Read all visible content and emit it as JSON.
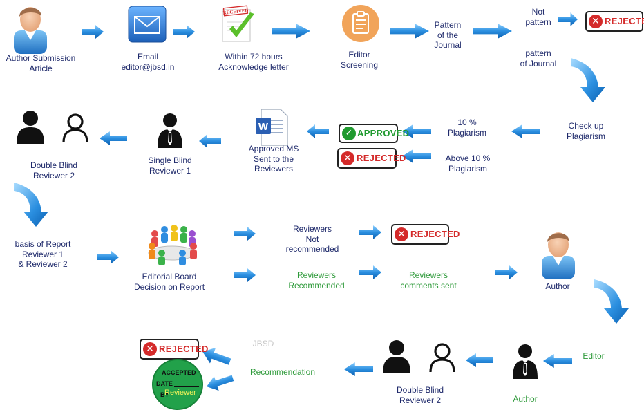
{
  "nodes": {
    "author_submission": "Author Submission\nArticle",
    "email": "Email\neditor@jbsd.in",
    "acknowledge": "Within 72 hours\nAcknowledge letter",
    "editor_screening": "Editor\nScreening",
    "pattern_journal": "Pattern\nof the\nJournal",
    "not_pattern": "Not\npattern",
    "pattern_of_journal": "pattern\nof Journal",
    "checkup_plagiarism": "Check up\nPlagiarism",
    "plag_10": "10 %\nPlagiarism",
    "plag_above": "Above 10 %\nPlagiarism",
    "approved_ms": "Approved MS\nSent to the\nReviewers",
    "single_blind": "Single Blind\nReviewer 1",
    "double_blind_1": "Double Blind\nReviewer 2",
    "basis_report": "basis of Report\nReviewer 1\n& Reviewer 2",
    "editorial_board": "Editorial Board\nDecision on Report",
    "not_recommended": "Reviewers\nNot\nrecommended",
    "recommended": "Reviewers\nRecommended",
    "comments_sent": "Reviewers\ncomments sent",
    "author_mid": "Author",
    "editor_bottom": "Editor",
    "author_bottom": "Author",
    "double_blind_2": "Double Blind\nReviewer 2",
    "recommendation": "Recommendation",
    "jbsd": "JBSD"
  },
  "stamps": {
    "rejected": "REJECTED",
    "approved": "APPROVED",
    "received": "RECEIVED"
  },
  "accepted_seal": {
    "accepted": "ACCEPTED",
    "date": "DATE",
    "by": "BY",
    "reviewer": "Reviewer"
  },
  "colors": {
    "arrow": "#1b7fd0",
    "label": "#1f2a6b",
    "green_label": "#2e9a3a",
    "rejected_red": "#d42a2a",
    "approved_green": "#1f9a2f",
    "seal_green": "#22a14a"
  },
  "icons": [
    "person-avatar-icon",
    "email-icon",
    "received-check-icon",
    "clipboard-icon",
    "rejected-stamp-icon",
    "approved-stamp-icon",
    "word-doc-icon",
    "reviewer-silhouette-icon",
    "reviewer-outline-icon",
    "meeting-table-icon",
    "down-curved-arrow-icon",
    "right-arrow-icon",
    "left-arrow-icon"
  ]
}
